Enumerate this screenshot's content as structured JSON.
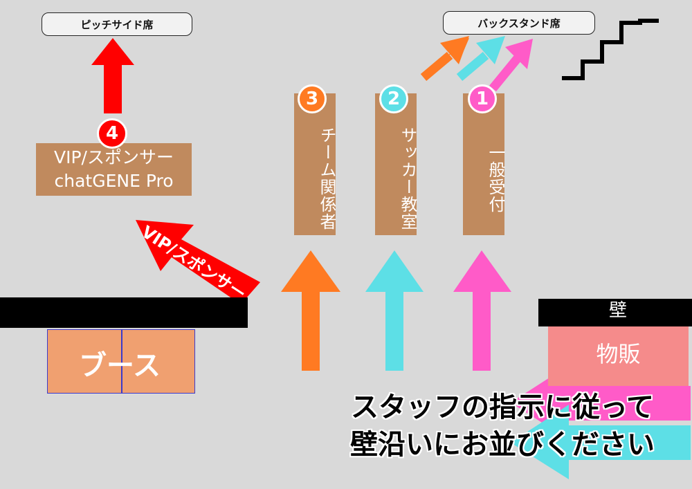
{
  "labels": {
    "pitch_side": "ピッチサイド席",
    "back_stand": "バックスタンド席",
    "gate1_num": "1",
    "gate1_text": "一般受付",
    "gate2_num": "2",
    "gate2_text": "サッカー教室",
    "gate3_num": "3",
    "gate3_text": "チーム関係者",
    "gate4_num": "4",
    "vip_line1": "VIP/スポンサー",
    "vip_line2": "chatGENE Pro",
    "vip_arrow": "VIP/スポンサー",
    "booth": "ブース",
    "wall": "壁",
    "goods": "物販",
    "notice_line1": "スタッフの指示に従って",
    "notice_line2": "壁沿いにお並びください"
  },
  "colors": {
    "background": "#d9d9d9",
    "gate_box": "#c08a5e",
    "pink": "#ff5bc8",
    "cyan": "#5ddfe6",
    "orange": "#ff7a22",
    "red": "#ff0000",
    "booth": "#f0a070",
    "goods": "#f58b8b"
  }
}
